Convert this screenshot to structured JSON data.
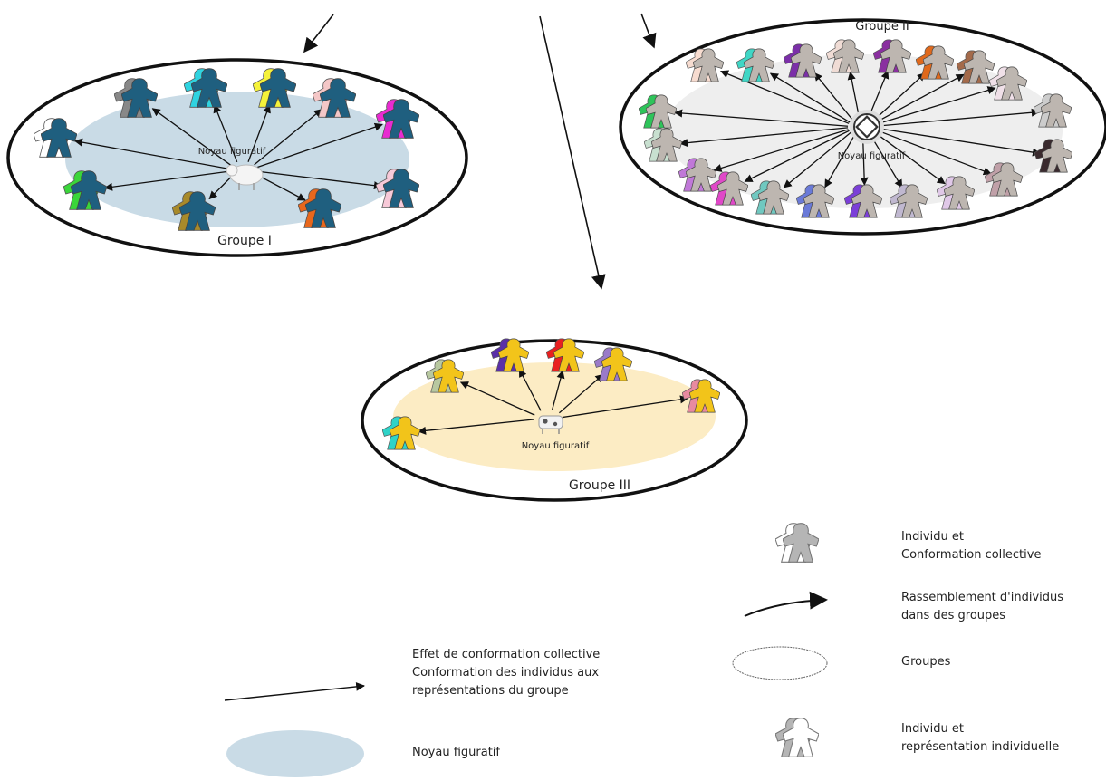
{
  "groups": [
    {
      "id": "g1",
      "label": "Groupe I",
      "core_label": "Noyau figuratif",
      "core_fill": "#c9dbe6",
      "meeple_fill": "#1f5f7f",
      "accents": [
        "#ffffff",
        "#888888",
        "#2fd3e0",
        "#f5f23a",
        "#f4c7c7",
        "#e82bd1",
        "#f7c9d8",
        "#e8671c",
        "#a88a2a",
        "#3ad63a"
      ]
    },
    {
      "id": "g2",
      "label": "Groupe II",
      "core_label": "Noyau figuratif",
      "core_fill": "#eeeeee",
      "meeple_fill": "#bdb6b0",
      "accents": [
        "#2ec45a",
        "#f7dcd0",
        "#3fd6c5",
        "#7b2fa8",
        "#f0dcd5",
        "#8a2fa0",
        "#e0691c",
        "#a46a4a",
        "#f0e0e8",
        "#cccccc",
        "#3a2a2e",
        "#c0a0a8",
        "#e0c8e8",
        "#c0b8d0",
        "#7b3fd8",
        "#6a7ad8",
        "#70c8c0",
        "#e048c8",
        "#c078d8",
        "#c8e0d0"
      ]
    },
    {
      "id": "g3",
      "label": "Groupe III",
      "core_label": "Noyau figuratif",
      "core_fill": "#fcecc4",
      "meeple_fill": "#f2c41a",
      "accents": [
        "#2fd3c8",
        "#b8c8a0",
        "#5a2fa8",
        "#e82020",
        "#9a7ac8",
        "#e88aa0"
      ]
    }
  ],
  "legend": {
    "individual_collective": [
      "Individu et",
      "Conformation collective"
    ],
    "gathering": [
      "Rassemblement d'individus",
      "dans des groupes"
    ],
    "groups": [
      "Groupes"
    ],
    "individual_individual": [
      "Individu et",
      "représentation individuelle"
    ],
    "effect": [
      "Effet de conformation collective",
      "Conformation des individus aux",
      "représentations du groupe"
    ],
    "core": [
      "Noyau figuratif"
    ]
  },
  "colors": {
    "outline": "#111111",
    "arrow": "#111111",
    "legend_core": "#c9dbe6",
    "legend_meeple_grey": "#b5b5b5",
    "legend_meeple_white": "#ffffff"
  },
  "icons": {
    "core_g1": "sheep-icon",
    "core_g2": "world-heritage-icon",
    "core_g3": "cow-icon"
  }
}
